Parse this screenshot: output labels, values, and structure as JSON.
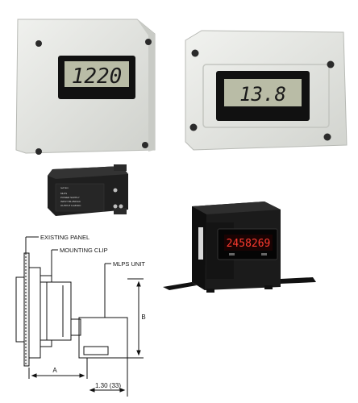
{
  "meter_left": {
    "display_value": "1220"
  },
  "meter_right": {
    "display_value": "13.8"
  },
  "module": {
    "label_brand": "red lion",
    "label_lines": [
      "MLPS",
      "POWER SUPPLY",
      "INPUT 85-250VAC",
      "OUTPUT 9-18VDC"
    ]
  },
  "counter": {
    "display_value": "2458269"
  },
  "drawing": {
    "callouts": {
      "existing_panel": "EXISTING PANEL",
      "mounting_clip": "MOUNTING CLIP",
      "mlps_unit": "MLPS UNIT"
    },
    "dimensions": {
      "a": "A",
      "b": "B",
      "depth": "1.30 (33)"
    }
  },
  "colors": {
    "enclosure": "#e6e8e4",
    "bezel": "#111111",
    "lcd": "#b9bca6",
    "led": "#ff3b2f",
    "module_body": "#1f1f1f"
  }
}
